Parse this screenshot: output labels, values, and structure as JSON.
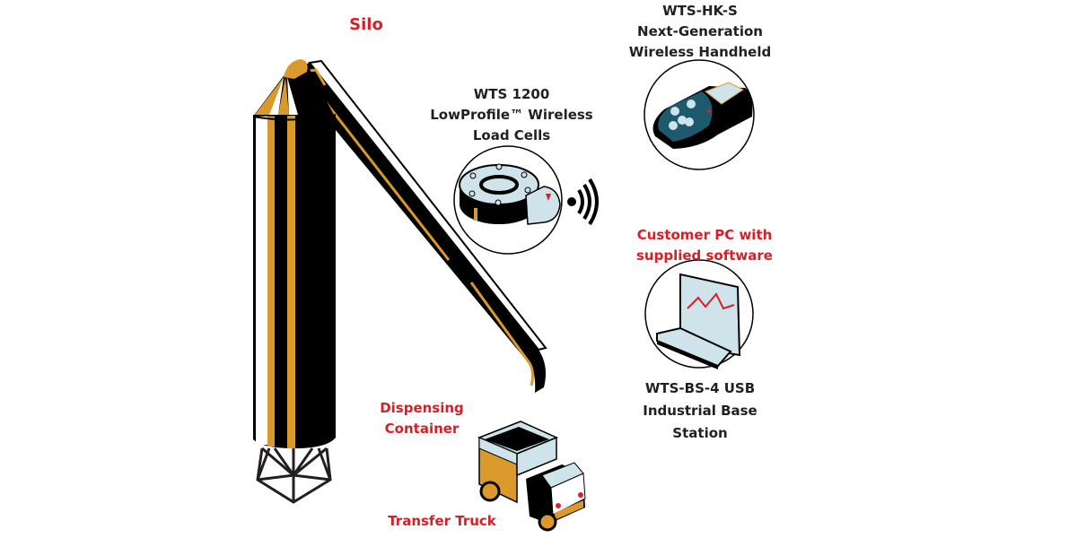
{
  "colors": {
    "accent_gold": "#d99a2b",
    "label_red": "#d71f26",
    "label_dark": "#231f20",
    "screen_blue": "#cfe3ea",
    "handheld_teal": "#1d5a6e"
  },
  "labels": {
    "silo": "Silo",
    "handheld": [
      "WTS-HK-S",
      "Next-Generation",
      "Wireless Handheld"
    ],
    "load_cells": [
      "WTS 1200",
      "LowProfile™ Wireless",
      "Load Cells"
    ],
    "customer_pc": [
      "Customer PC with",
      "supplied software"
    ],
    "base_station": [
      "WTS-BS-4 USB",
      "Industrial Base",
      "Station"
    ],
    "dispensing": [
      "Dispensing",
      "Container"
    ],
    "truck": "Transfer Truck"
  },
  "icons": {
    "silo": "silo-illustration",
    "chute": "dispensing-chute",
    "load_cell": "load-cell-icon",
    "wireless": "wireless-signal-icon",
    "handheld": "handheld-device-icon",
    "laptop": "laptop-icon",
    "truck": "truck-icon"
  }
}
